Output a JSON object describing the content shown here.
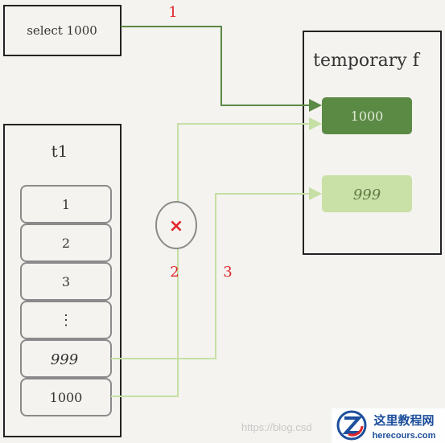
{
  "query_box": {
    "label": "select 1000"
  },
  "temp_table": {
    "title": "temporary f",
    "rows": [
      {
        "value": "1000",
        "color": "#5b8a45",
        "text_color": "#dfe9d6"
      },
      {
        "value": "999",
        "color": "#c9e0a6",
        "text_color": "#5f7a48"
      }
    ]
  },
  "source_table": {
    "title": "t1",
    "rows": [
      "1",
      "2",
      "3",
      "⋮",
      "999",
      "1000"
    ]
  },
  "steps": {
    "step1": "1",
    "step2": "2",
    "step3": "3"
  },
  "blocked_marker": {
    "symbol": "×"
  },
  "watermark": {
    "text": "https://blog.csd"
  },
  "logo": {
    "cn_text": "这里教程网",
    "en_text": "herecours.com"
  },
  "colors": {
    "dark_green": "#5b8a45",
    "light_green": "#c5dfa4",
    "red": "#e0262b",
    "row_border": "#8a8a8a",
    "background": "#f4f3ef"
  }
}
